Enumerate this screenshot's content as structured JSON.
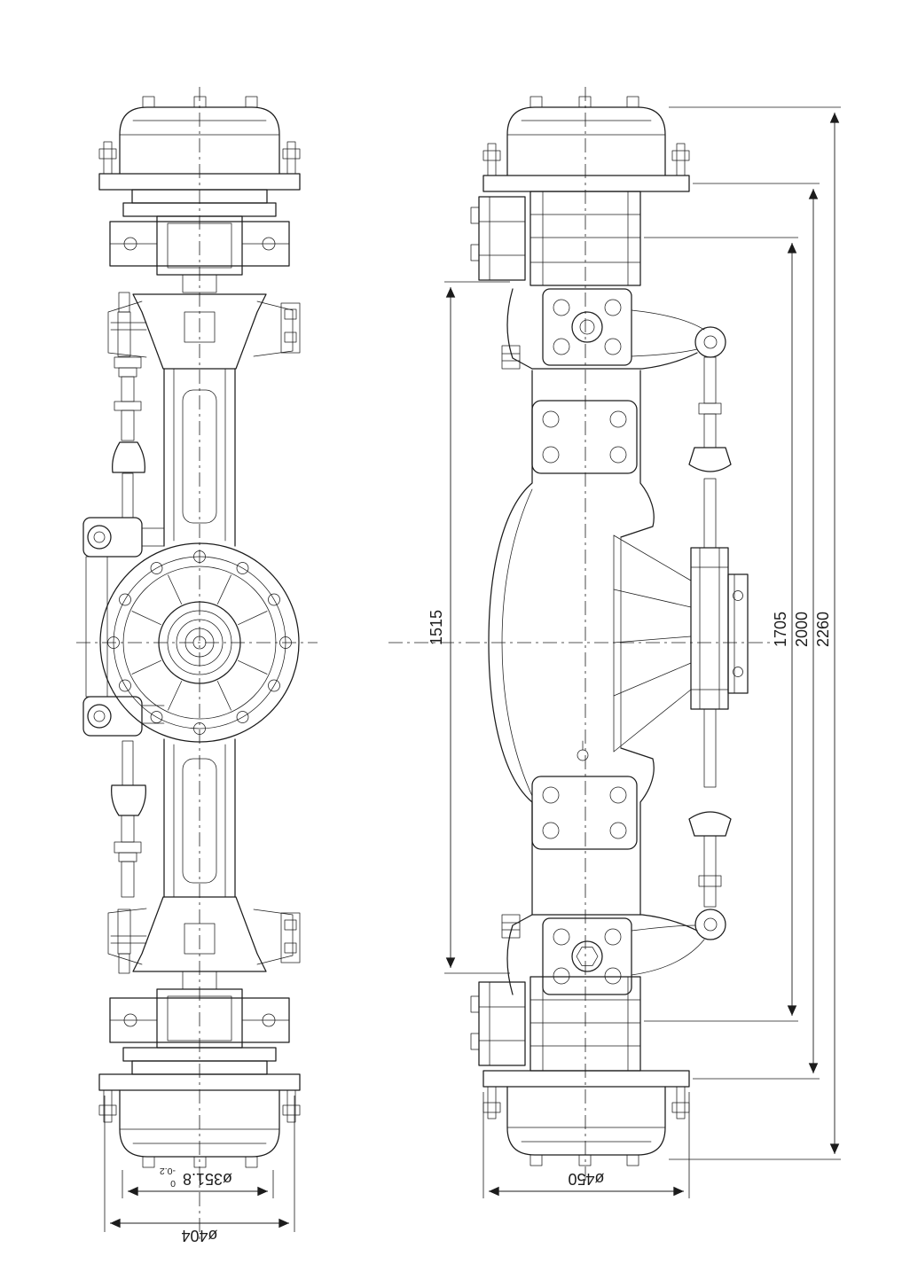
{
  "drawing": {
    "background_color": "#ffffff",
    "line_color": "#1c1c1c"
  },
  "dimensions": {
    "vertical": [
      {
        "id": "dim-1515",
        "value": "1515"
      },
      {
        "id": "dim-1705",
        "value": "1705"
      },
      {
        "id": "dim-2000",
        "value": "2000"
      },
      {
        "id": "dim-2260",
        "value": "2260"
      }
    ],
    "diameters": [
      {
        "id": "dim-dia-351-8",
        "value": "ø351.8",
        "tolerance_upper": "0",
        "tolerance_lower": "-0.2"
      },
      {
        "id": "dim-dia-404",
        "value": "ø404"
      },
      {
        "id": "dim-dia-450",
        "value": "ø450"
      }
    ]
  }
}
